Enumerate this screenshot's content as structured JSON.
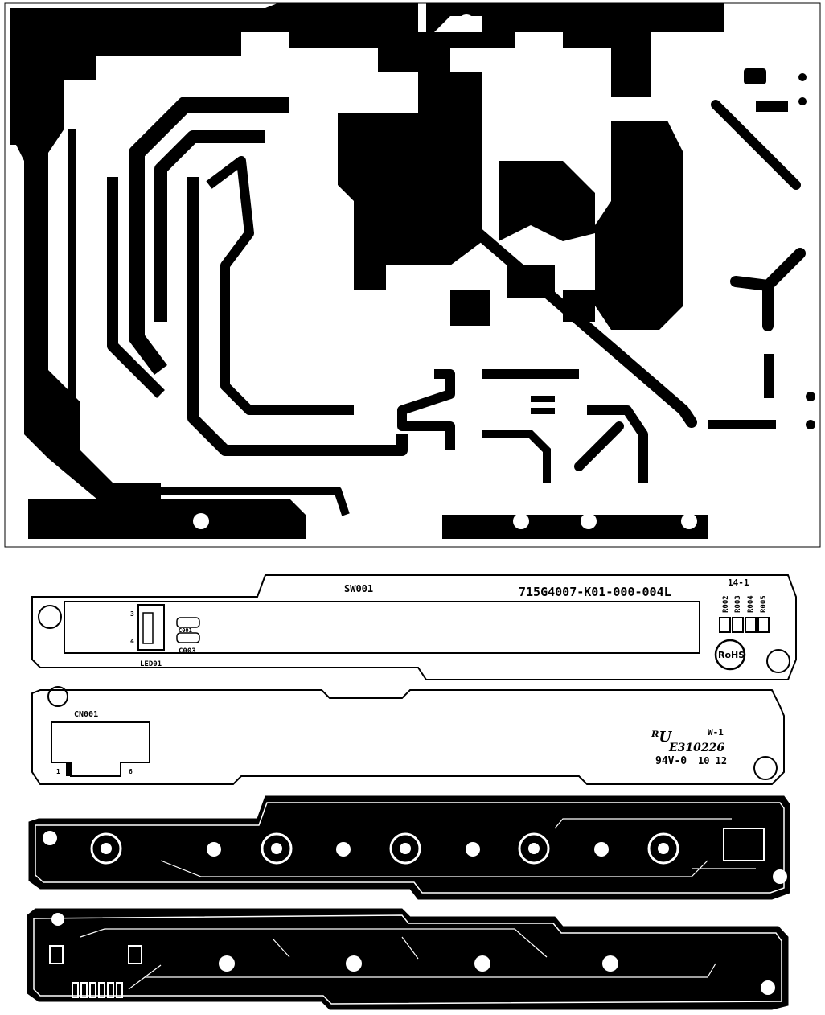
{
  "colors": {
    "copper": "#000000",
    "substrate": "#ffffff",
    "outline": "#000000"
  },
  "silkscreen": {
    "switch_ref": "SW001",
    "part_number": "715G4007-K01-000-004L",
    "revision": "14-1",
    "resistors": [
      "R002",
      "R003",
      "R004",
      "R005"
    ],
    "led_ref": "LED01",
    "cap_ref_1": "C001",
    "cap_ref_2": "C003",
    "led_pin_3": "3",
    "led_pin_4": "4",
    "rohs": "RoHS",
    "connector_ref": "CN001",
    "connector_pin_first": "1",
    "connector_pin_last": "6",
    "ul_mark": "ᴿU",
    "ul_w": "W-1",
    "ul_file": "E310226",
    "flammability": "94V-0",
    "date_code": "10 12"
  }
}
